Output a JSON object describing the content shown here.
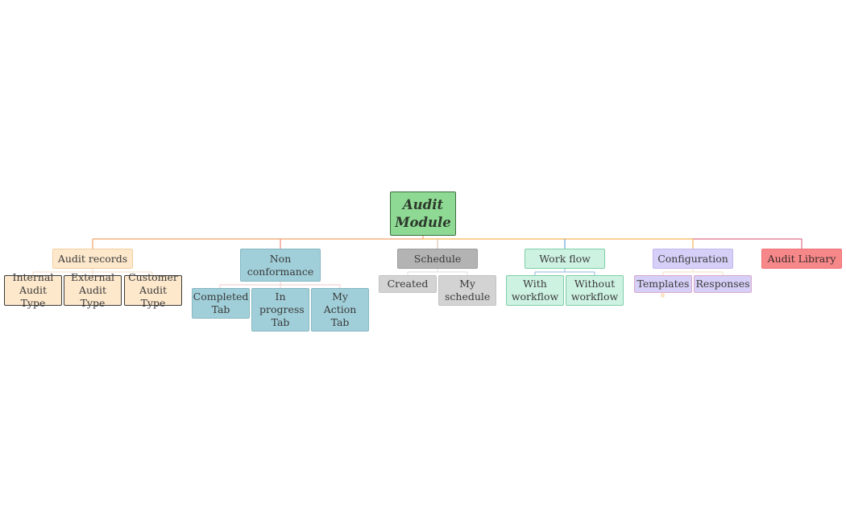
{
  "root": "Audit Module",
  "branches": {
    "audit_records": {
      "label": "Audit records",
      "children": [
        "Internal Audit Type",
        "External Audit Type",
        "Customer Audit Type"
      ]
    },
    "non_conformance": {
      "label": "Non conformance",
      "children": [
        "Completed Tab",
        "In progress Tab",
        "My Action Tab"
      ]
    },
    "schedule": {
      "label": "Schedule",
      "children": [
        "Created",
        "My schedule"
      ]
    },
    "work_flow": {
      "label": "Work flow",
      "children": [
        "With workflow",
        "Without workflow"
      ]
    },
    "configuration": {
      "label": "Configuration",
      "children": [
        "Templates",
        "Responses"
      ]
    },
    "audit_library": {
      "label": "Audit Library"
    }
  },
  "colors": {
    "root": "#8ed993",
    "audit_records": "#fde8cc",
    "non_conformance": "#a0cfd9",
    "schedule": "#b3b3b3",
    "work_flow": "#cdf2e1",
    "configuration": "#d6cff7",
    "audit_library": "#f7888a"
  }
}
